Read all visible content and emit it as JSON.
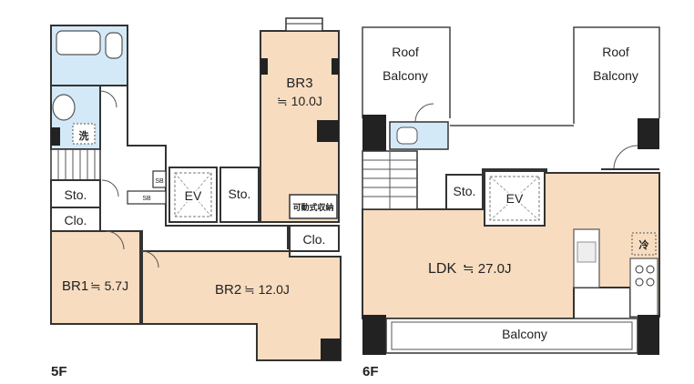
{
  "floors": [
    {
      "label": "5F",
      "rooms": [
        {
          "label": "BR3",
          "area": "≒ 10.0J"
        },
        {
          "label": "BR2",
          "area": "≒ 12.0J"
        },
        {
          "label": "BR1",
          "area": "≒ 5.7J"
        }
      ],
      "storage": {
        "sto1": "Sto.",
        "sto2": "Sto.",
        "clo1": "Clo.",
        "clo2": "Clo."
      },
      "ev": "EV",
      "wash": "洗",
      "sb1": "SB",
      "sb2": "SB",
      "movable_storage": "可動式収納"
    },
    {
      "label": "6F",
      "rooms": [
        {
          "label": "LDK",
          "area": "≒ 27.0J"
        }
      ],
      "roof_balcony_left": [
        "Roof",
        "Balcony"
      ],
      "roof_balcony_right": [
        "Roof",
        "Balcony"
      ],
      "balcony": "Balcony",
      "storage": {
        "sto1": "Sto."
      },
      "ev": "EV",
      "fridge": "冷"
    }
  ],
  "colors": {
    "room_fill": "#f7dcc0",
    "wet_fill": "#d4e9f7",
    "wall": "#222222",
    "line": "#333333"
  }
}
